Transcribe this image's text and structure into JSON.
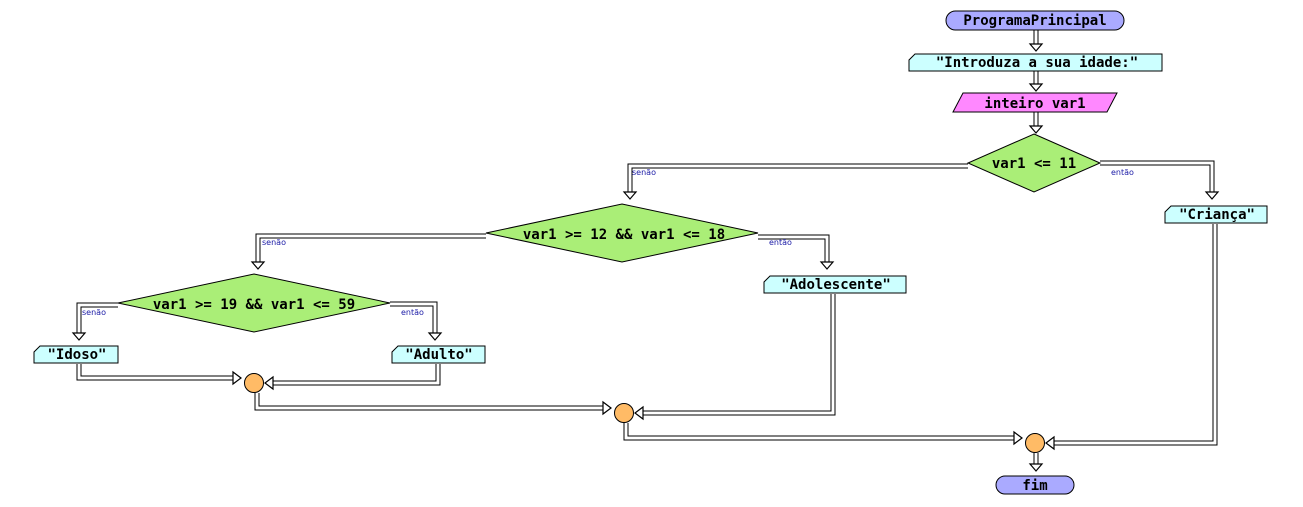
{
  "nodes": {
    "start": "ProgramaPrincipal",
    "prompt": "\"Introduza a sua idade:\"",
    "input": "inteiro var1",
    "cond1": "var1 <= 11",
    "child": "\"Criança\"",
    "cond2": "var1 >= 12 && var1 <= 18",
    "teen": "\"Adolescente\"",
    "cond3": "var1 >= 19 && var1 <= 59",
    "adult": "\"Adulto\"",
    "elder": "\"Idoso\"",
    "end": "fim"
  },
  "branches": {
    "true": "então",
    "false": "senão"
  },
  "colors": {
    "terminal": "#aaaaff",
    "output": "#ccffff",
    "input": "#ff88ff",
    "decision": "#aaee77",
    "junction": "#ffbb66"
  }
}
